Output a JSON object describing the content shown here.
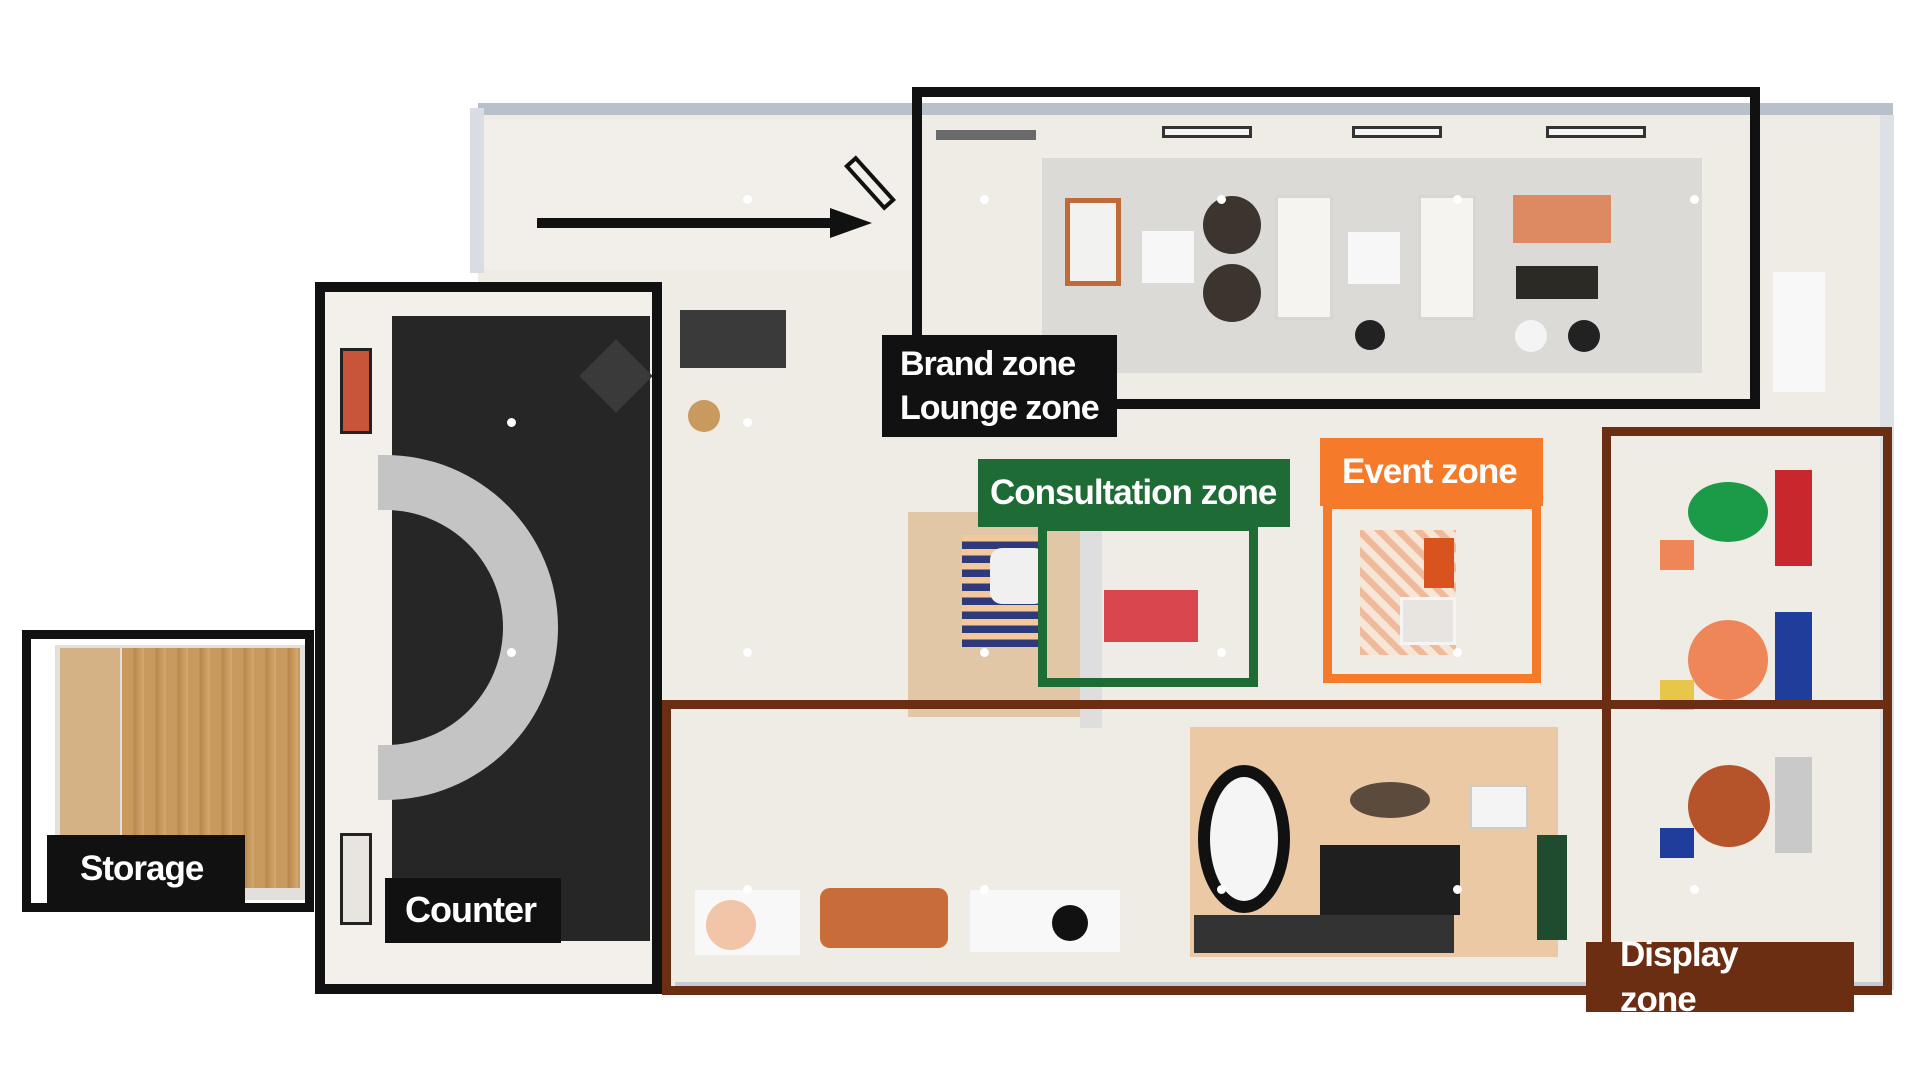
{
  "diagram": {
    "zones": [
      {
        "id": "brand",
        "lines": [
          "Brand zone",
          "Lounge zone"
        ],
        "color": "#111111"
      },
      {
        "id": "consultation",
        "lines": [
          "Consultation zone"
        ],
        "color": "#1e6b36"
      },
      {
        "id": "event",
        "lines": [
          "Event zone"
        ],
        "color": "#f57a2a"
      },
      {
        "id": "display",
        "lines": [
          "Display zone"
        ],
        "color": "#6b2e12"
      },
      {
        "id": "storage",
        "lines": [
          "Storage"
        ],
        "color": "#111111"
      },
      {
        "id": "counter",
        "lines": [
          "Counter"
        ],
        "color": "#111111"
      }
    ]
  }
}
